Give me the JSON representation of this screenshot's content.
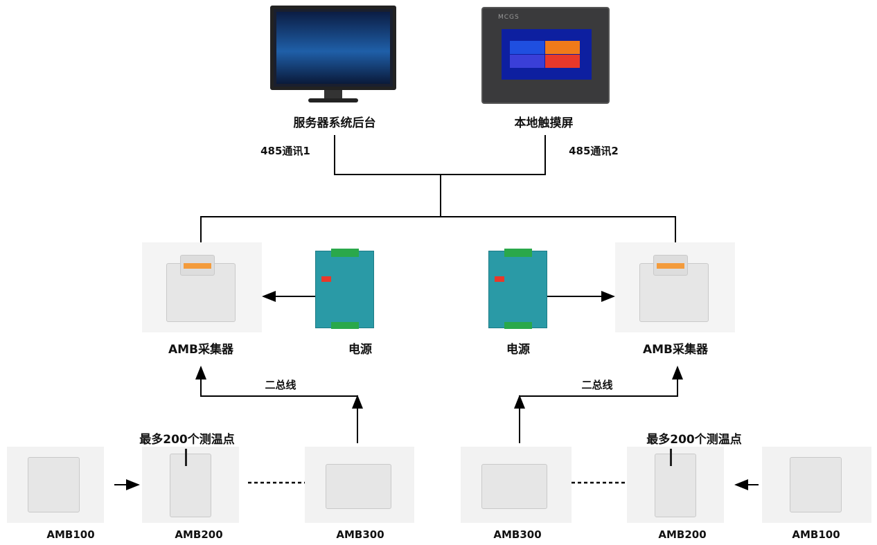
{
  "nodes": {
    "server": {
      "label": "服务器系统后台",
      "icon": "monitor-icon"
    },
    "touchscreen": {
      "label": "本地触摸屏",
      "brand": "MCGS",
      "icon": "touchscreen-icon"
    },
    "comm1": "485通讯1",
    "comm2": "485通讯2",
    "collector_left": "AMB采集器",
    "collector_right": "AMB采集器",
    "power_left": "电源",
    "power_right": "电源",
    "bus_left": "二总线",
    "bus_right": "二总线",
    "max_points_left": "最多200个测温点",
    "max_points_right": "最多200个测温点",
    "bottom_left": [
      "AMB100",
      "AMB200",
      "AMB300"
    ],
    "bottom_right": [
      "AMB300",
      "AMB200",
      "AMB100"
    ]
  },
  "colors": {
    "line": "#000000",
    "psu": "#2a9aa6",
    "screen_blue": "#0d1fa0",
    "tile_orange": "#f07a1a",
    "tile_red": "#e8382a"
  }
}
